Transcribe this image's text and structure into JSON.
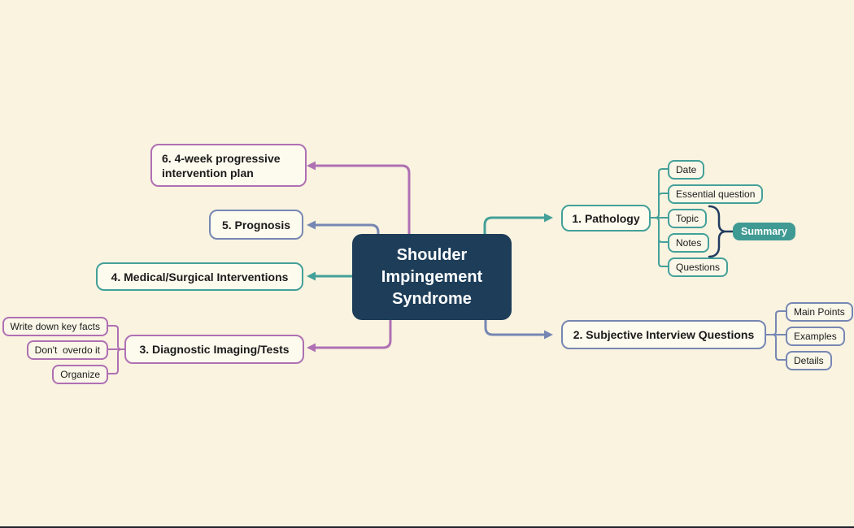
{
  "central_topic": {
    "label": "Shoulder Impingement Syndrome"
  },
  "branches": {
    "pathology": {
      "label": "1. Pathology",
      "children": {
        "date": "Date",
        "essential_question": "Essential question",
        "topic": "Topic",
        "notes": "Notes",
        "questions": "Questions"
      },
      "summary_label": "Summary"
    },
    "subjective_interview": {
      "label": "2. Subjective Interview Questions",
      "children": {
        "main_points": "Main Points",
        "examples": "Examples",
        "details": "Details"
      }
    },
    "diagnostic_imaging": {
      "label": "3. Diagnostic Imaging/Tests",
      "children": {
        "tip_1": "Write down key facts",
        "tip_2": "Don't  overdo it",
        "tip_3": "Organize"
      }
    },
    "medical_surgical": {
      "label": "4. Medical/Surgical Interventions"
    },
    "prognosis": {
      "label": "5. Prognosis"
    },
    "intervention_plan": {
      "label": "6. 4-week progressive intervention plan"
    }
  },
  "colors": {
    "background": "#f9f3e0",
    "central_fill": "#1d3d59",
    "teal": "#44a099",
    "slate": "#7787b3",
    "purple": "#af70b3",
    "summary_fill": "#3f9a93",
    "brace": "#233c5f"
  }
}
